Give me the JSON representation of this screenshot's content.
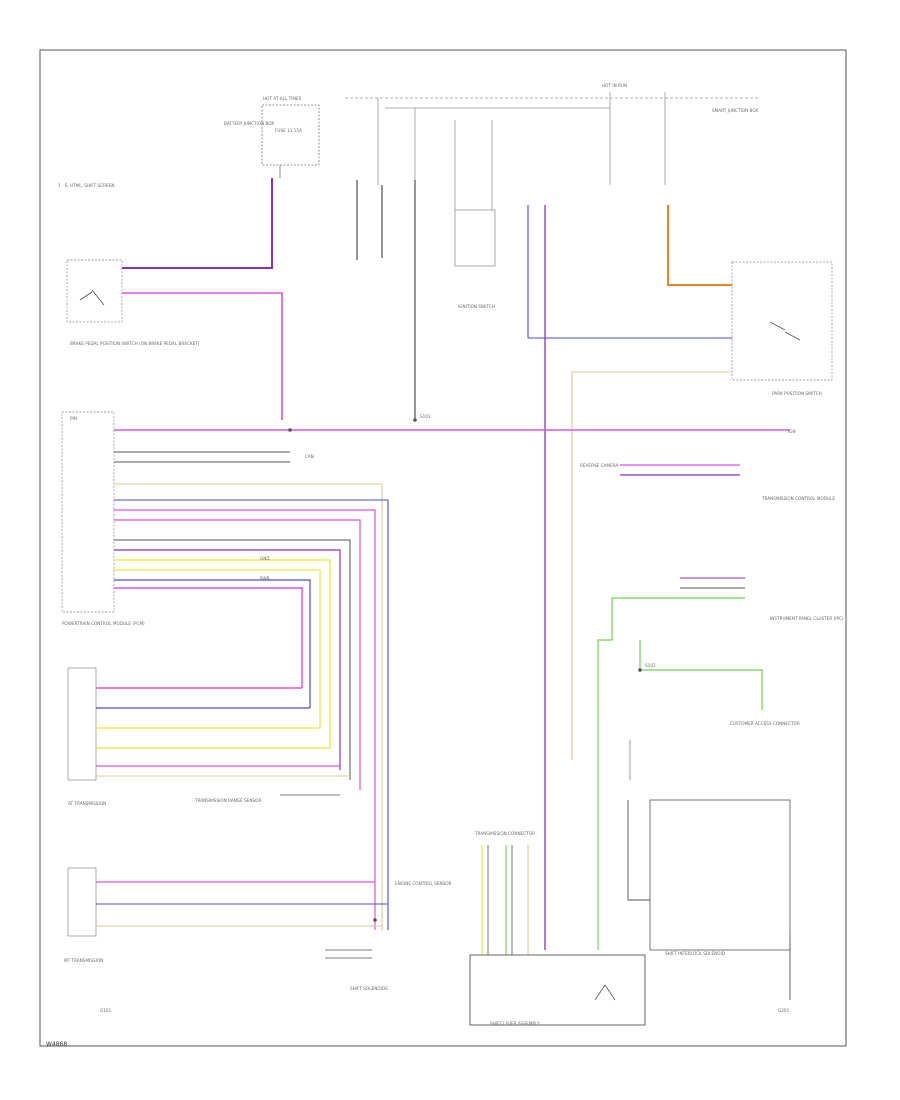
{
  "diagram": {
    "section_label": "1 · S, HTML, SHIFT SCREEN",
    "footer_code": "W4868",
    "colors": {
      "pink": "#e050e0",
      "violet": "#8a2fc8",
      "blue": "#4a4ae0",
      "orange": "#f08020",
      "green": "#70d050",
      "yellow": "#e8e830",
      "tan": "#e0c890",
      "gray": "#8a8a8a",
      "dark": "#404040",
      "frame": "#555555"
    }
  },
  "labels": {
    "battery_junction": "BATTERY JUNCTION BOX",
    "fuse_top": "FUSE 13 15A",
    "brake_switch": "BRAKE PEDAL POSITION SWITCH (ON BRAKE PEDAL BRACKET)",
    "pcm_main": "POWERTRAIN CONTROL MODULE (PCM)",
    "hot_at_all_times": "HOT AT ALL TIMES",
    "hot_in_run": "HOT IN RUN",
    "smart_junction": "SMART JUNCTION BOX",
    "ignition_switch": "IGNITION SWITCH",
    "splice_a": "S101",
    "splice_b": "S102",
    "reverse_camera": "REVERSE CAMERA",
    "pin_labels": "PIN",
    "transmission_range": "TRANSMISSION RANGE SENSOR",
    "trans_connector": "TRANSMISSION CONNECTOR",
    "tcm": "TRANSMISSION CONTROL MODULE",
    "shift_interlock": "SHIFT INTERLOCK SOLENOID",
    "shift_lever": "SHIFT LEVER ASSEMBLY",
    "instrument_cluster": "INSTRUMENT PANEL CLUSTER (IPC)",
    "customer_access": "CUSTOMER ACCESS CONNECTOR",
    "park_position": "PARK POSITION SWITCH",
    "ground_g1": "G101",
    "ground_g2": "G201",
    "at_trans": "AT TRANSMISSION",
    "mt_trans": "MT TRANSMISSION",
    "cca_sensor": "ENGINE CONTROL SENSOR",
    "shift_solenoids": "SHIFT SOLENOIDS",
    "row_a": "IGN",
    "row_b": "CAN",
    "row_c": "GND",
    "row_d": "PWR"
  }
}
